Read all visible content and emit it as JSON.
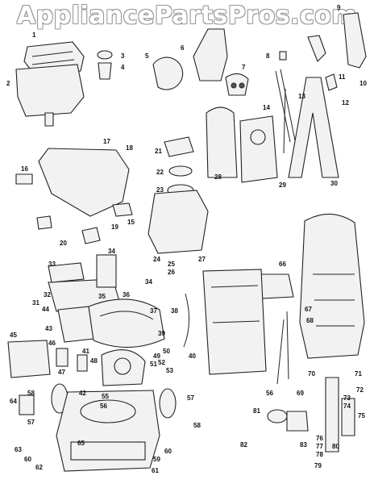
{
  "watermark": "AppliancePartsPros.com",
  "labels": [
    "1",
    "2",
    "3",
    "4",
    "5",
    "6",
    "7",
    "8",
    "9",
    "10",
    "11",
    "12",
    "13",
    "14",
    "15",
    "16",
    "17",
    "18",
    "19",
    "20",
    "21",
    "22",
    "23",
    "24",
    "25",
    "26",
    "27",
    "28",
    "29",
    "30",
    "31",
    "32",
    "33",
    "34",
    "35",
    "36",
    "37",
    "38",
    "39",
    "40",
    "41",
    "42",
    "43",
    "44",
    "45",
    "46",
    "47",
    "48",
    "49",
    "50",
    "51",
    "52",
    "53",
    "55",
    "56",
    "57",
    "58",
    "59",
    "60",
    "61",
    "62",
    "63",
    "64",
    "65",
    "66",
    "67",
    "68",
    "69",
    "70",
    "71",
    "72",
    "73",
    "74",
    "75",
    "76",
    "77",
    "78",
    "79",
    "80",
    "81",
    "82",
    "83"
  ]
}
